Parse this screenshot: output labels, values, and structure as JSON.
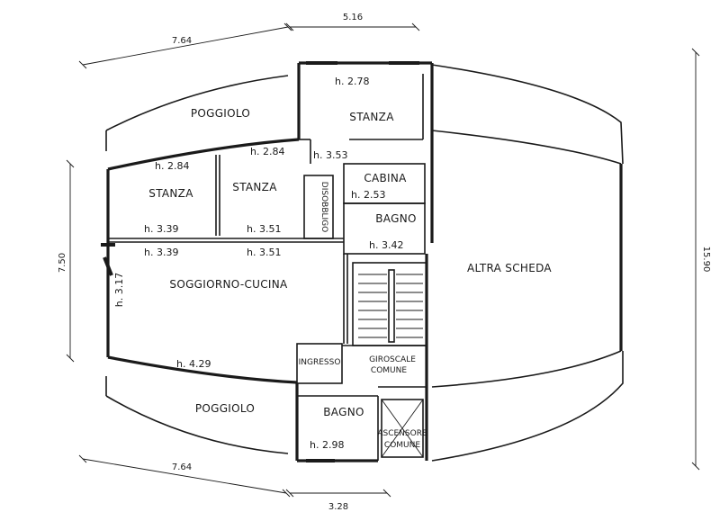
{
  "dimensions": {
    "top_left": "7.64",
    "top_center": "5.16",
    "left": "7.50",
    "right": "15.90",
    "bottom_left": "7.64",
    "bottom_center": "3.28"
  },
  "rooms": {
    "poggiolo_top": "POGGIOLO",
    "stanza_top": "STANZA",
    "stanza_left": "STANZA",
    "stanza_mid": "STANZA",
    "cabina": "CABINA",
    "disobbligo": "DISOBBLIGO",
    "bagno_top": "BAGNO",
    "soggiorno": "SOGGIORNO-CUCINA",
    "altra_scheda": "ALTRA SCHEDA",
    "ingresso": "INGRESSO",
    "giroscale_1": "GIROSCALE",
    "giroscale_2": "COMUNE",
    "poggiolo_bottom": "POGGIOLO",
    "bagno_bottom": "BAGNO",
    "ascensore_1": "ASCENSORE",
    "ascensore_2": "COMUNE"
  },
  "heights": {
    "stanza_top": "h. 2.78",
    "stanza_mid_top": "h. 2.84",
    "stanza_left_top": "h. 2.84",
    "corridor": "h. 3.53",
    "cabina": "h. 2.53",
    "bagno_top": "h. 3.42",
    "stanza_left_bottom": "h. 3.39",
    "stanza_mid_bottom": "h. 3.51",
    "soggiorno_left_top": "h. 3.39",
    "soggiorno_mid_top": "h. 3.51",
    "soggiorno_wall": "h. 3.17",
    "soggiorno_bottom": "h. 4.29",
    "bagno_bottom": "h. 2.98"
  }
}
